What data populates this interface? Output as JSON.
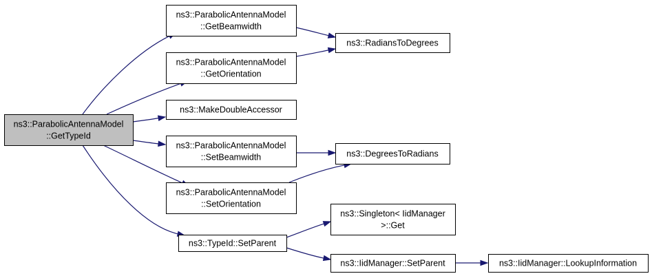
{
  "graph": {
    "nodes": [
      {
        "id": "gettypeid",
        "lines": [
          "ns3::ParabolicAntennaModel",
          "::GetTypeId"
        ],
        "root": true
      },
      {
        "id": "getbeamwidth",
        "lines": [
          "ns3::ParabolicAntennaModel",
          "::GetBeamwidth"
        ]
      },
      {
        "id": "getorientation",
        "lines": [
          "ns3::ParabolicAntennaModel",
          "::GetOrientation"
        ]
      },
      {
        "id": "makedoubleaccessor",
        "lines": [
          "ns3::MakeDoubleAccessor"
        ]
      },
      {
        "id": "setbeamwidth",
        "lines": [
          "ns3::ParabolicAntennaModel",
          "::SetBeamwidth"
        ]
      },
      {
        "id": "setorientation",
        "lines": [
          "ns3::ParabolicAntennaModel",
          "::SetOrientation"
        ]
      },
      {
        "id": "typeid-setparent",
        "lines": [
          "ns3::TypeId::SetParent"
        ]
      },
      {
        "id": "radianstodegrees",
        "lines": [
          "ns3::RadiansToDegrees"
        ]
      },
      {
        "id": "degreestoradians",
        "lines": [
          "ns3::DegreesToRadians"
        ]
      },
      {
        "id": "singleton-get",
        "lines": [
          "ns3::Singleton< IidManager",
          ">::Get"
        ]
      },
      {
        "id": "iidmanager-setparent",
        "lines": [
          "ns3::IidManager::SetParent"
        ]
      },
      {
        "id": "iidmanager-lookupinformation",
        "lines": [
          "ns3::IidManager::LookupInformation"
        ]
      }
    ],
    "edges": [
      [
        "gettypeid",
        "getbeamwidth"
      ],
      [
        "gettypeid",
        "getorientation"
      ],
      [
        "gettypeid",
        "makedoubleaccessor"
      ],
      [
        "gettypeid",
        "setbeamwidth"
      ],
      [
        "gettypeid",
        "setorientation"
      ],
      [
        "gettypeid",
        "typeid-setparent"
      ],
      [
        "getbeamwidth",
        "radianstodegrees"
      ],
      [
        "getorientation",
        "radianstodegrees"
      ],
      [
        "setbeamwidth",
        "degreestoradians"
      ],
      [
        "setorientation",
        "degreestoradians"
      ],
      [
        "typeid-setparent",
        "singleton-get"
      ],
      [
        "typeid-setparent",
        "iidmanager-setparent"
      ],
      [
        "iidmanager-setparent",
        "iidmanager-lookupinformation"
      ]
    ]
  }
}
